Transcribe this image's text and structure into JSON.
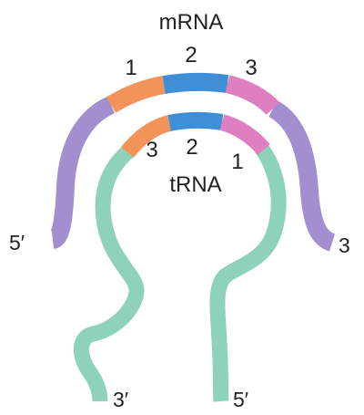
{
  "mrna": {
    "label": "mRNA",
    "codon_labels": [
      "1",
      "2",
      "3"
    ],
    "end_left": "5′",
    "end_right": "3",
    "colors": {
      "strand": "#a38fcf",
      "codon1": "#f3935a",
      "codon2": "#3f8fd6",
      "codon3": "#dd7fc0"
    }
  },
  "trna": {
    "label": "tRNA",
    "anticodon_labels": [
      "3",
      "2",
      "1"
    ],
    "end_left": "3′",
    "end_right": "5′",
    "colors": {
      "strand": "#8fd2bc",
      "codon3": "#f3935a",
      "codon2": "#3f8fd6",
      "codon1": "#dd7fc0"
    }
  }
}
